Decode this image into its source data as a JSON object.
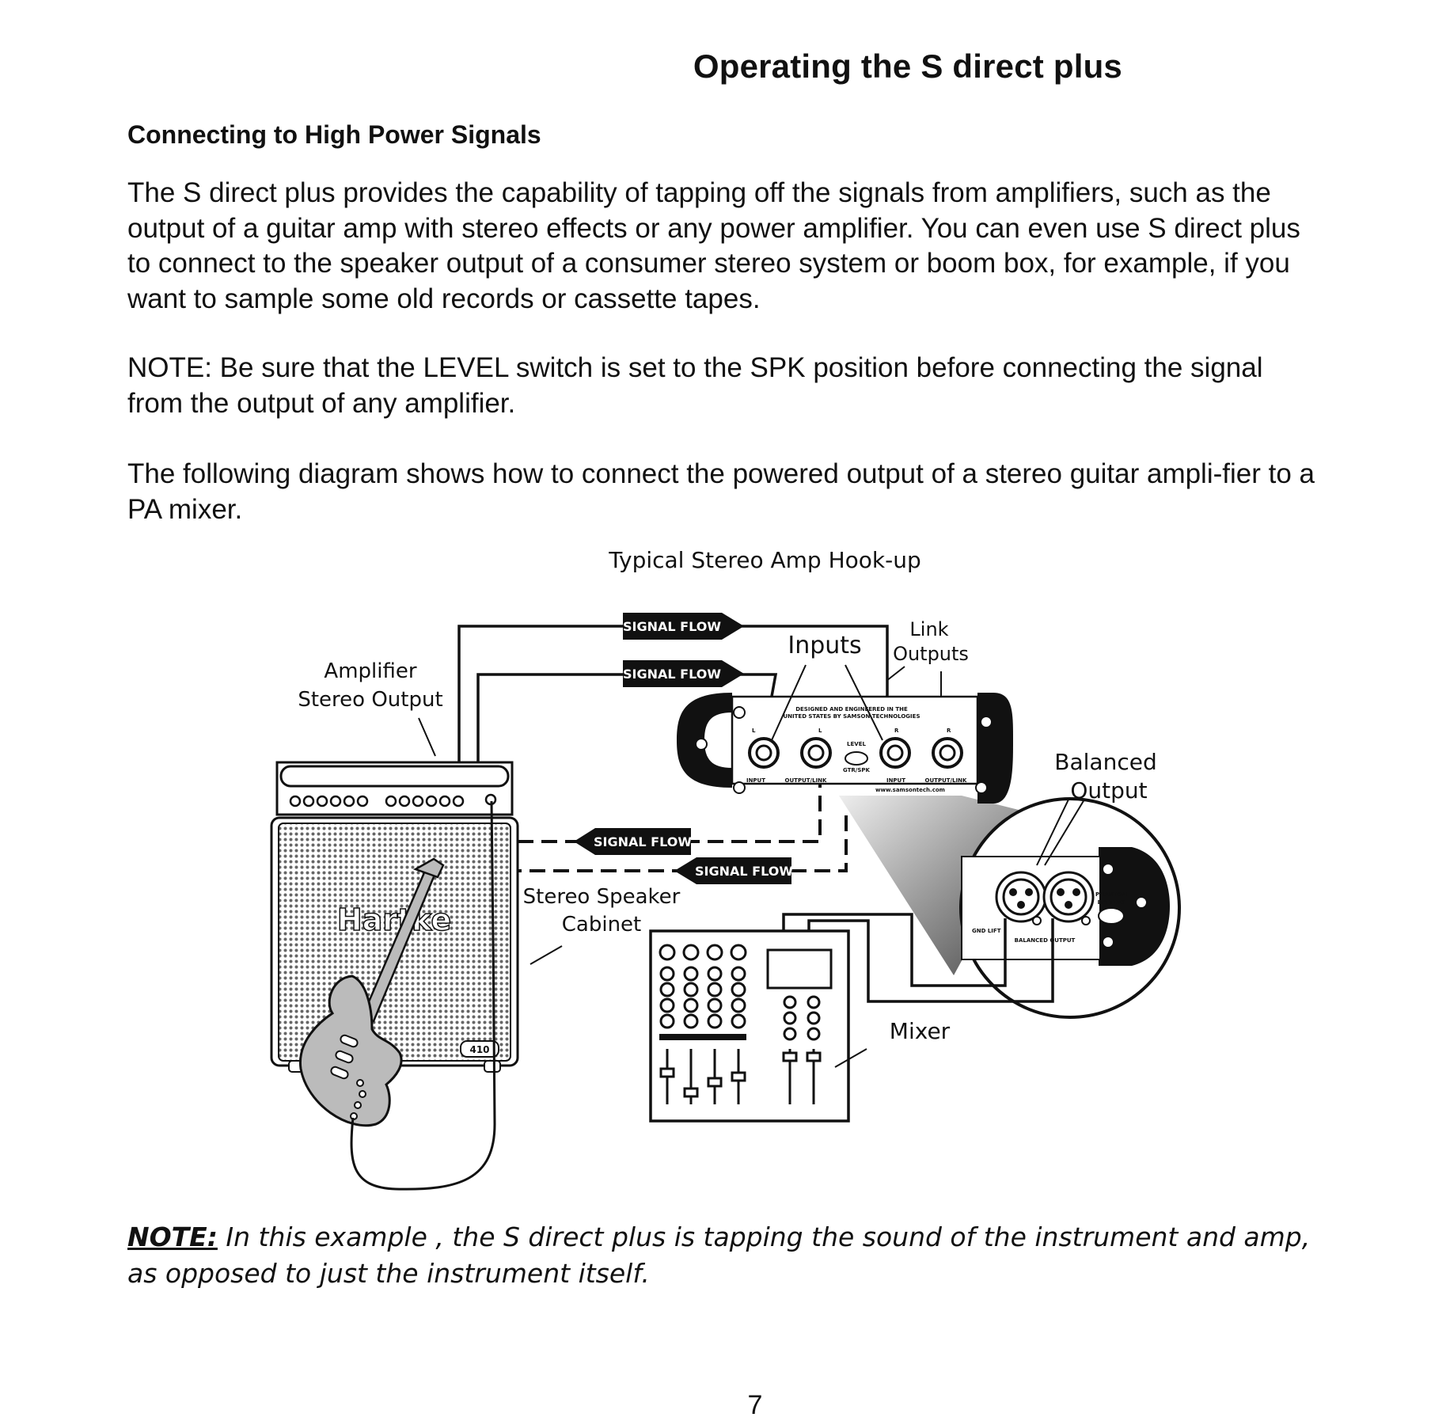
{
  "page": {
    "title": "Operating the S direct plus",
    "subtitle": "Connecting to High Power Signals",
    "paragraphs": [
      "The S direct plus provides the capability of tapping off the signals from amplifiers, such as the output of a guitar amp with stereo effects or any power amplifier. You can even use S direct plus to connect to the speaker output of a consumer stereo system or boom box, for example, if you want to sample some old records or cassette tapes.",
      "NOTE: Be sure that the LEVEL switch is set to the SPK position before connecting the signal from the output of any amplifier.",
      "The following diagram shows how to connect the powered output of a stereo guitar ampli-fier to a PA mixer."
    ],
    "note_label": "NOTE:",
    "note_text": " In this example , the S direct plus is tapping the sound of the instrument and amp, as opposed to just the instrument itself.",
    "page_number": "7"
  },
  "diagram": {
    "title": "Typical Stereo Amp Hook-up",
    "signal_flow": "SIGNAL FLOW",
    "labels": {
      "amp_line1": "Amplifier",
      "amp_line2": "Stereo Output",
      "inputs": "Inputs",
      "link_line1": "Link",
      "link_line2": "Outputs",
      "balanced_line1": "Balanced",
      "balanced_line2": "Output",
      "cabinet_line1": "Stereo Speaker",
      "cabinet_line2": "Cabinet",
      "mixer": "Mixer"
    },
    "device_text": {
      "designed": "DESIGNED AND ENGINEERED IN THE",
      "united": "UNITED STATES BY SAMSON TECHNOLOGIES",
      "l": "L",
      "r": "R",
      "level": "LEVEL",
      "gtr_spk": "GTR/SPK",
      "input": "INPUT",
      "output_link": "OUTPUT/LINK",
      "website": "www.samsontech.com",
      "gnd_lift": "GND LIFT",
      "balanced_output": "BALANCED OUTPUT",
      "phantom": "PHANTOM",
      "battery": "BATTERY"
    },
    "cabinet_brand": "Hartke",
    "cabinet_model": "410"
  }
}
